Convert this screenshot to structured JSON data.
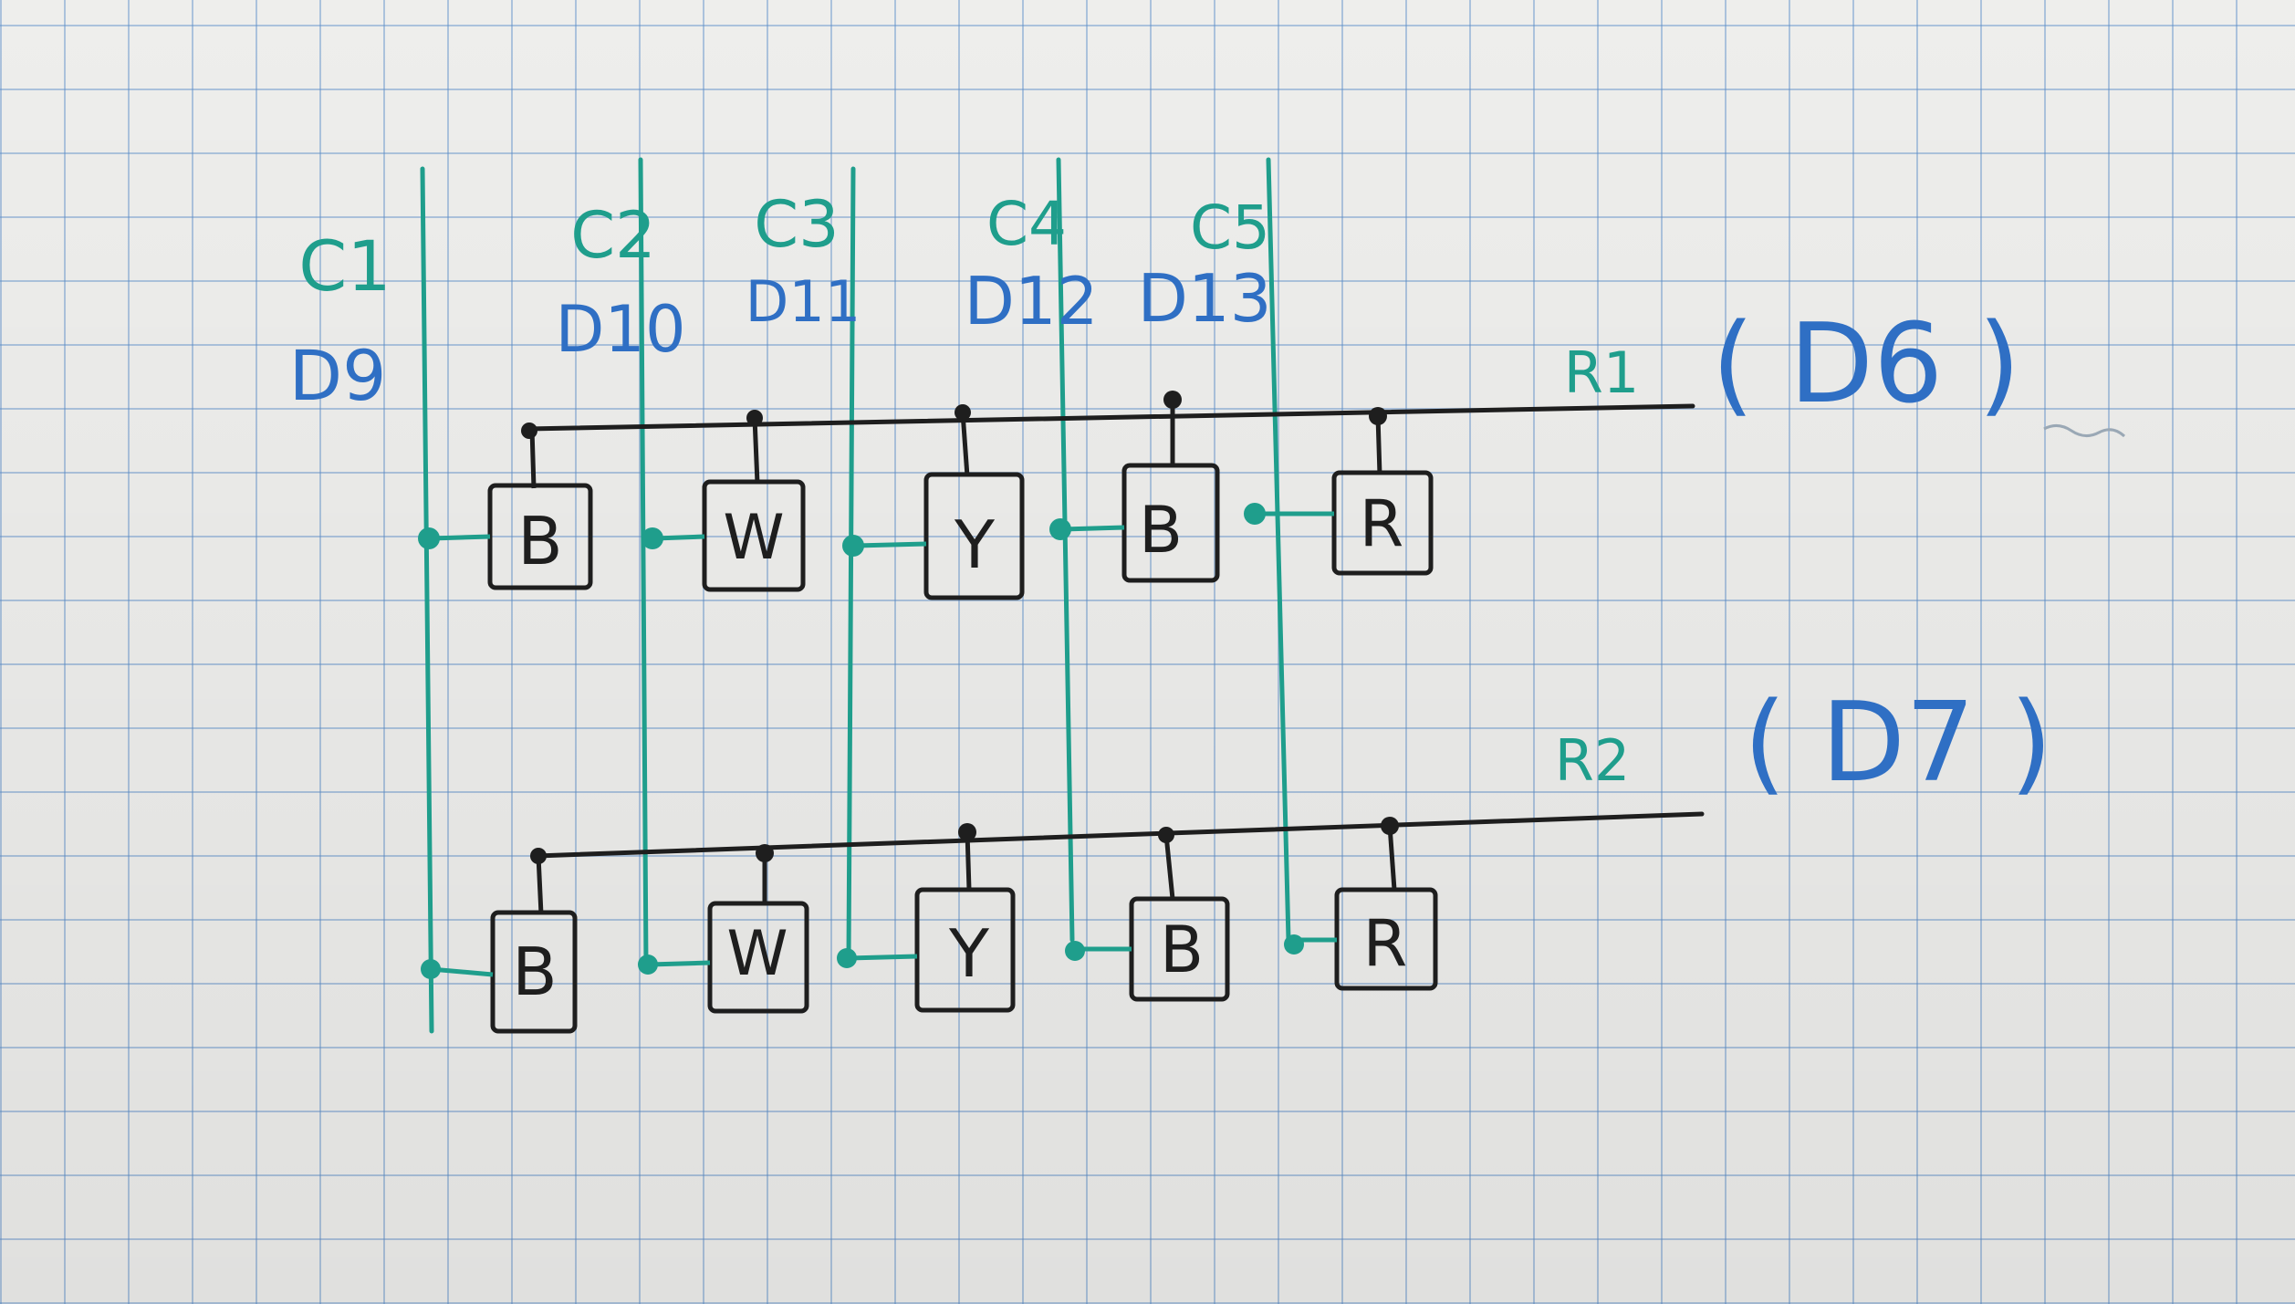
{
  "columns": [
    {
      "id": "C1",
      "pin": "D9"
    },
    {
      "id": "C2",
      "pin": "D10"
    },
    {
      "id": "C3",
      "pin": "D11"
    },
    {
      "id": "C4",
      "pin": "D12"
    },
    {
      "id": "C5",
      "pin": "D13"
    }
  ],
  "rows": [
    {
      "id": "R1",
      "pin": "( D6 )"
    },
    {
      "id": "R2",
      "pin": "( D7 )"
    }
  ],
  "row_keys": [
    [
      "B",
      "W",
      "Y",
      "B",
      "R"
    ],
    [
      "B",
      "W",
      "Y",
      "B",
      "R"
    ]
  ],
  "colors": {
    "column_ink": "#1f9e8c",
    "label_ink": "#2f6fc4",
    "row_ink": "#1f9e8c",
    "wire_ink": "#1e1e1e"
  }
}
